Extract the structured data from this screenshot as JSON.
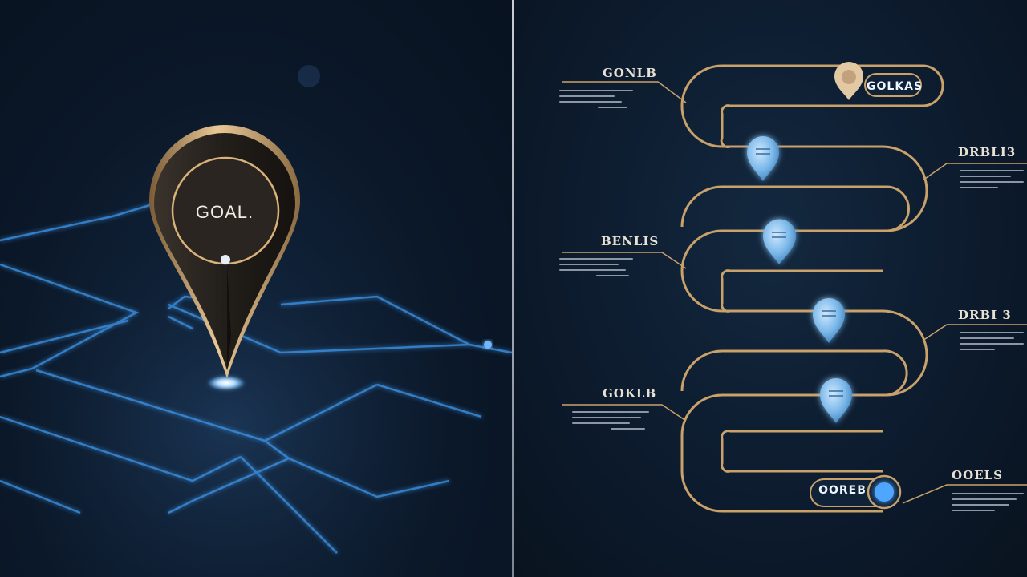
{
  "left": {
    "pin_label": "GOAL."
  },
  "right": {
    "start_badge": "GOLKAS",
    "end_badge": "OOREB",
    "labels": [
      {
        "title": "GONLB"
      },
      {
        "title": "DRBLI3"
      },
      {
        "title": "BENLIS"
      },
      {
        "title": "DRBI 3"
      },
      {
        "title": "GOKLB"
      },
      {
        "title": "OOELS"
      }
    ]
  },
  "colors": {
    "gold": "#c9a16a",
    "pin_blue": "#8fc3ec",
    "grid_blue": "#3b8fe0",
    "bg": "#0b1626"
  }
}
